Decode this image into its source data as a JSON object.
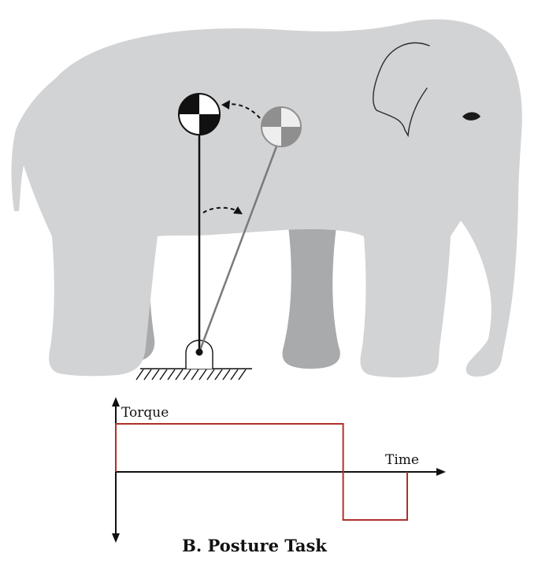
{
  "diagram": {
    "caption": "B. Posture Task",
    "axis_labels": {
      "y": "Torque",
      "x": "Time"
    },
    "colors": {
      "elephant_body": "#d2d3d5",
      "elephant_far_legs": "#a9aaac",
      "pendulum_upright": "#111111",
      "pendulum_tilted": "#7a7a7a",
      "torque_signal": "#b0302a",
      "axes": "#111111"
    },
    "icons": [
      "elephant-silhouette",
      "target-marker",
      "pivot-joint",
      "ground-hatching",
      "curved-arrow"
    ],
    "torque_signal": {
      "description_levels": [
        "positive",
        "negative",
        "zero"
      ],
      "segments": [
        {
          "level": 1,
          "start": 0.0,
          "end": 0.78
        },
        {
          "level": -1,
          "start": 0.78,
          "end": 1.0
        },
        {
          "level": 0,
          "start": 1.0,
          "end": 1.1
        }
      ]
    }
  }
}
